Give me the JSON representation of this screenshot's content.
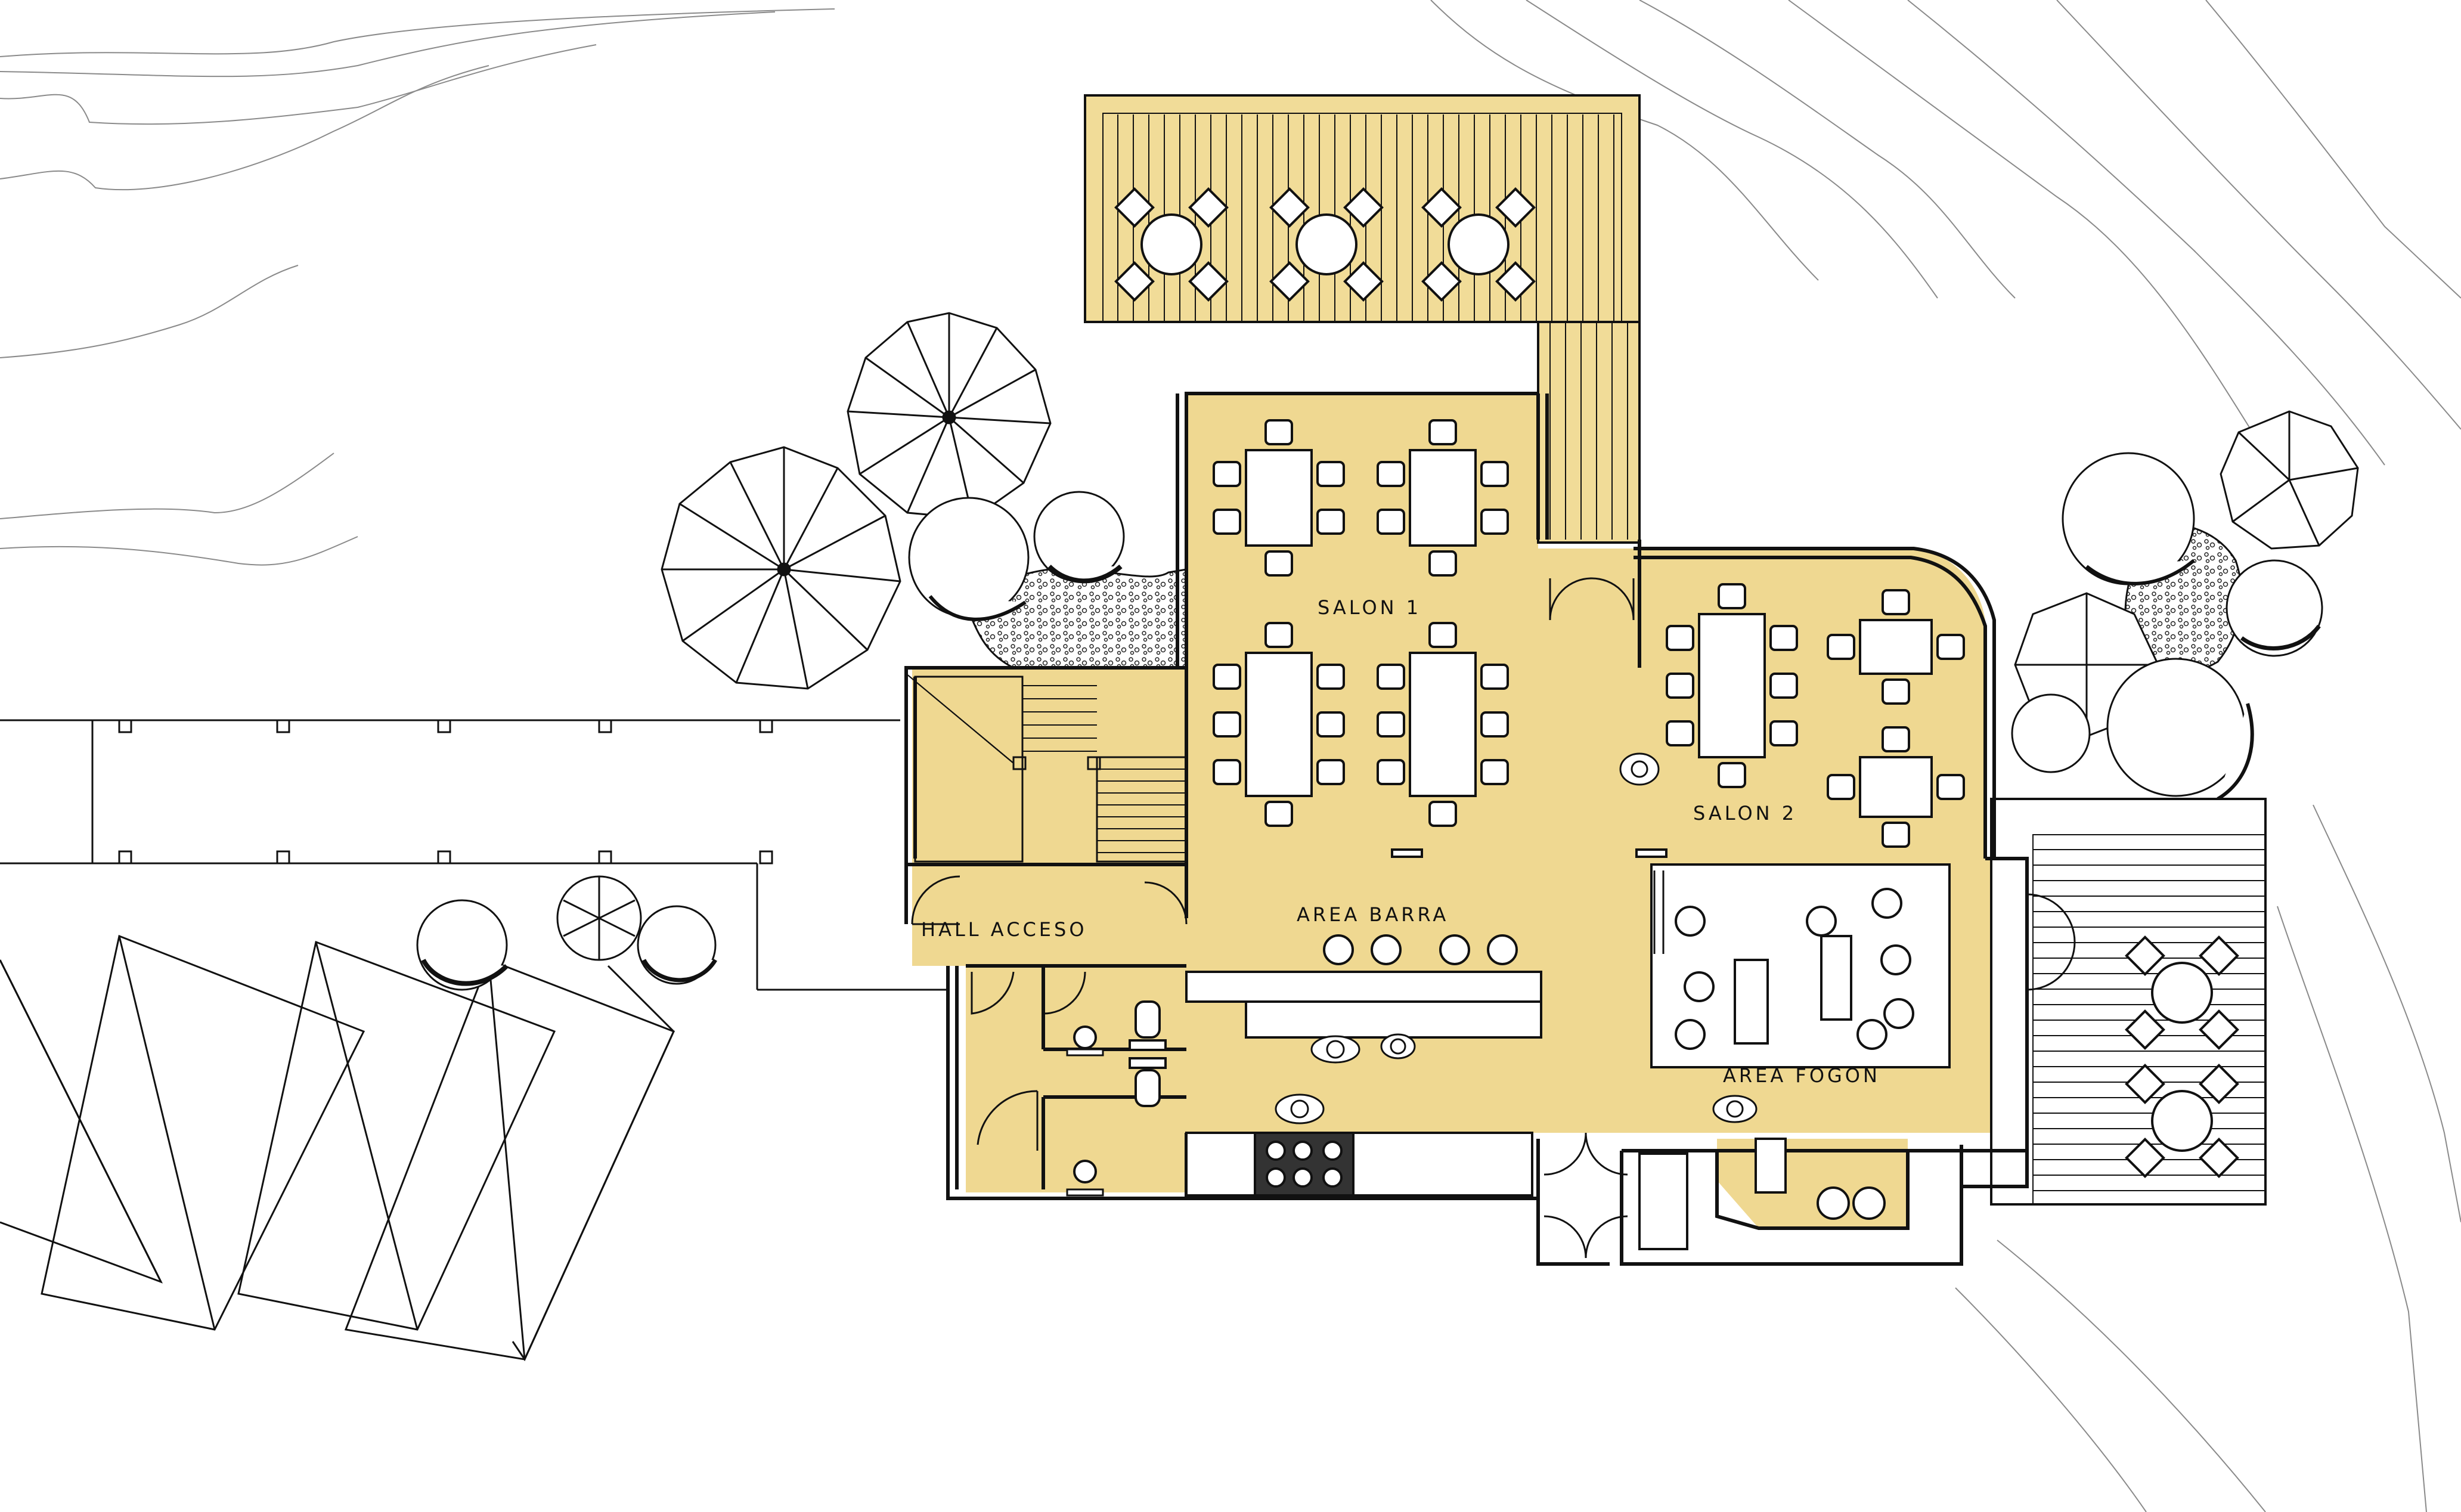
{
  "labels": {
    "salon1": "SALON 1",
    "salon2": "SALON 2",
    "area_barra": "AREA BARRA",
    "hall_acceso": "HALL ACCESO",
    "area_fogon": "AREA FOGON"
  },
  "colors": {
    "floor_fill": "#EFD891",
    "deck_fill": "#F1DC98",
    "line": "#111111",
    "contour": "#8a8a8a",
    "background": "#ffffff"
  },
  "icons": [
    "tree-canopy-icon",
    "shrub-icon",
    "gravel-bed-icon",
    "dining-table-icon",
    "chair-icon",
    "stool-icon",
    "person-icon",
    "stove-icon",
    "toilet-icon",
    "sink-icon",
    "door-swing-icon",
    "staircase-icon"
  ]
}
